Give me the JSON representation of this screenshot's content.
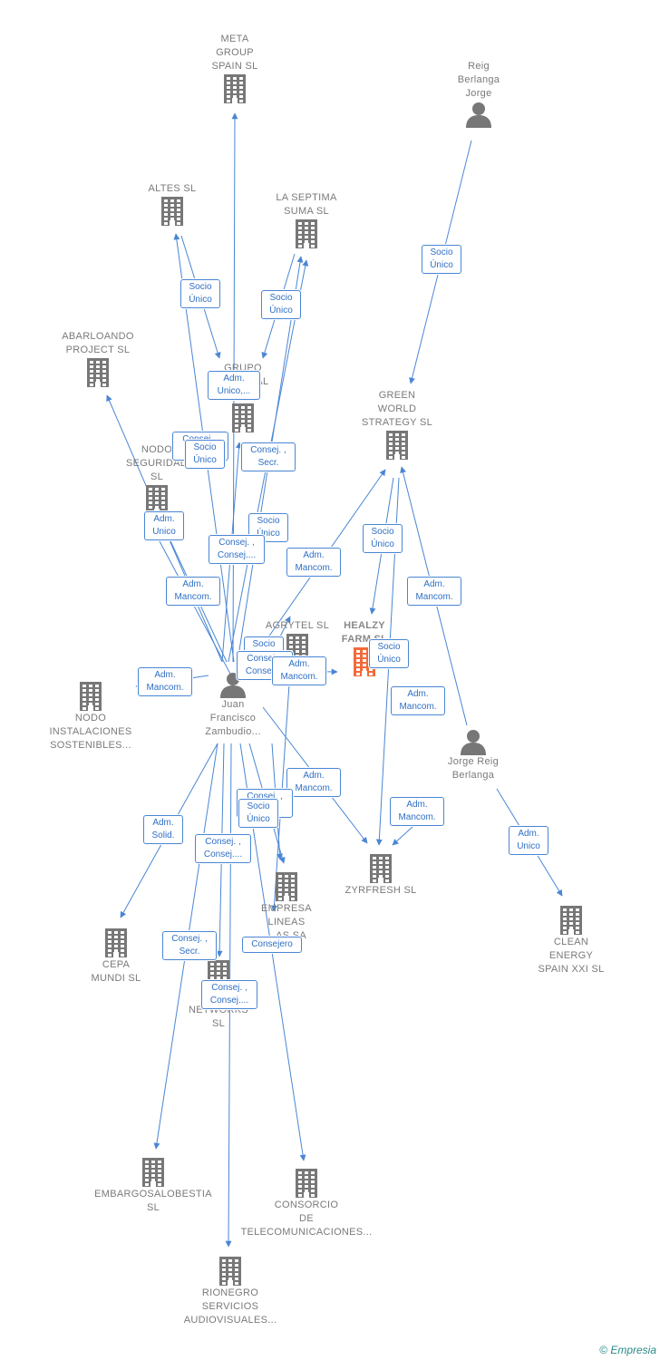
{
  "nodes": [
    {
      "id": "meta",
      "type": "company",
      "label": "META\nGROUP\nSPAIN SL"
    },
    {
      "id": "reigperson",
      "type": "person",
      "label": "Reig\nBerlanga\nJorge"
    },
    {
      "id": "altes",
      "type": "company",
      "label": "ALTES SL"
    },
    {
      "id": "septima",
      "type": "company",
      "label": "LA SEPTIMA\nSUMA  SL"
    },
    {
      "id": "abarloando",
      "type": "company",
      "label": "ABARLOANDO\nPROJECT SL"
    },
    {
      "id": "grupo",
      "type": "company",
      "label": "GRUPO\nE... ...RIAL\nZ...  SL"
    },
    {
      "id": "green",
      "type": "company",
      "label": "GREEN\nWORLD\nSTRATEGY  SL"
    },
    {
      "id": "nodoseg",
      "type": "company",
      "label": "NODO\nSEGURIDAD\nSL"
    },
    {
      "id": "agrytel",
      "type": "company",
      "label": "AGRYTEL SL"
    },
    {
      "id": "healzy",
      "type": "focus",
      "label": "HEALZY\nFARM  SL"
    },
    {
      "id": "nodoinst",
      "type": "company",
      "label": "NODO\nINSTALACIONES\nSOSTENIBLES..."
    },
    {
      "id": "juan",
      "type": "person",
      "label": "Juan\nFrancisco\nZambudio..."
    },
    {
      "id": "jorge",
      "type": "person",
      "label": "Jorge Reig\nBerlanga"
    },
    {
      "id": "zyrfresh",
      "type": "company",
      "label": "ZYRFRESH  SL"
    },
    {
      "id": "empresa",
      "type": "company",
      "label": "EMPRESA\nLINEAS\n...AS SA"
    },
    {
      "id": "cepa",
      "type": "company",
      "label": "CEPA\nMUNDI SL"
    },
    {
      "id": "networks",
      "type": "company",
      "label": "...\nNETWORKS\nSL"
    },
    {
      "id": "clean",
      "type": "company",
      "label": "CLEAN\nENERGY\nSPAIN XXI  SL"
    },
    {
      "id": "embargo",
      "type": "company",
      "label": "EMBARGOSALOBESTIA\nSL"
    },
    {
      "id": "consorcio",
      "type": "company",
      "label": "CONSORCIO\nDE\nTELECOMUNICACIONES..."
    },
    {
      "id": "rionegro",
      "type": "company",
      "label": "RIONEGRO\nSERVICIOS\nAUDIOVISUALES..."
    }
  ],
  "edge_labels": [
    {
      "text": "Socio\nÚnico"
    },
    {
      "text": "Socio\nÚnico"
    },
    {
      "text": "Socio\nÚnico"
    },
    {
      "text": "Adm.\nUnico,..."
    },
    {
      "text": "Consej. ,\nC..."
    },
    {
      "text": "Socio\nÚnico"
    },
    {
      "text": "Consej. ,\nSecr."
    },
    {
      "text": "Adm.\nUnico"
    },
    {
      "text": "Socio\nÚnico"
    },
    {
      "text": "Socio\nÚnico"
    },
    {
      "text": "Consej. ,\nConsej...."
    },
    {
      "text": "Adm.\nMancom."
    },
    {
      "text": "Adm.\nMancom."
    },
    {
      "text": "Adm.\nMancom."
    },
    {
      "text": "Adm.\nMancom."
    },
    {
      "text": "Socio\n..."
    },
    {
      "text": "Consej. ,\nConsej...."
    },
    {
      "text": "Adm.\nMancom."
    },
    {
      "text": "Socio\nÚnico"
    },
    {
      "text": "Adm.\nMancom."
    },
    {
      "text": "Adm.\nMancom."
    },
    {
      "text": "Adm.\nSolid."
    },
    {
      "text": "Consej. ,\n..."
    },
    {
      "text": "Socio\nÚnico"
    },
    {
      "text": "Adm.\nMancom."
    },
    {
      "text": "Adm.\nUnico"
    },
    {
      "text": "Consej. ,\nConsej...."
    },
    {
      "text": "Consej. ,\nSecr."
    },
    {
      "text": "Consejero"
    },
    {
      "text": "Consej. ,\nConsej...."
    }
  ],
  "brand": "© Empresia",
  "colors": {
    "edge": "#4a86d4",
    "node": "#777777",
    "focus": "#f26a3a",
    "label": "#2f6fc4"
  }
}
